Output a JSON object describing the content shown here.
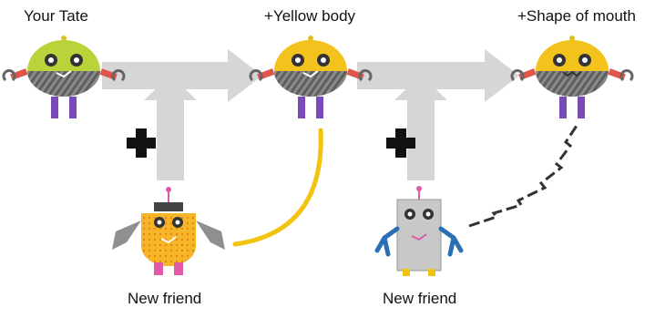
{
  "stages": [
    {
      "label": "Your Tate",
      "body_color": "#b9d43a",
      "mouth": "smile"
    },
    {
      "label": "+Yellow body",
      "body_color": "#f3c21d",
      "mouth": "smile"
    },
    {
      "label": "+Shape of mouth",
      "body_color": "#f3c21d",
      "mouth": "zigzag"
    }
  ],
  "friends": [
    {
      "label": "New friend",
      "body_color": "#f7b52a",
      "trait_line": "solid",
      "trait_color": "#f2c40f"
    },
    {
      "label": "New friend",
      "body_color": "#c8c8c8",
      "trait_line": "zigzag-dashed",
      "trait_color": "#333333"
    }
  ],
  "plus_icon": "plus-icon",
  "arrow_color": "#d6d6d6"
}
